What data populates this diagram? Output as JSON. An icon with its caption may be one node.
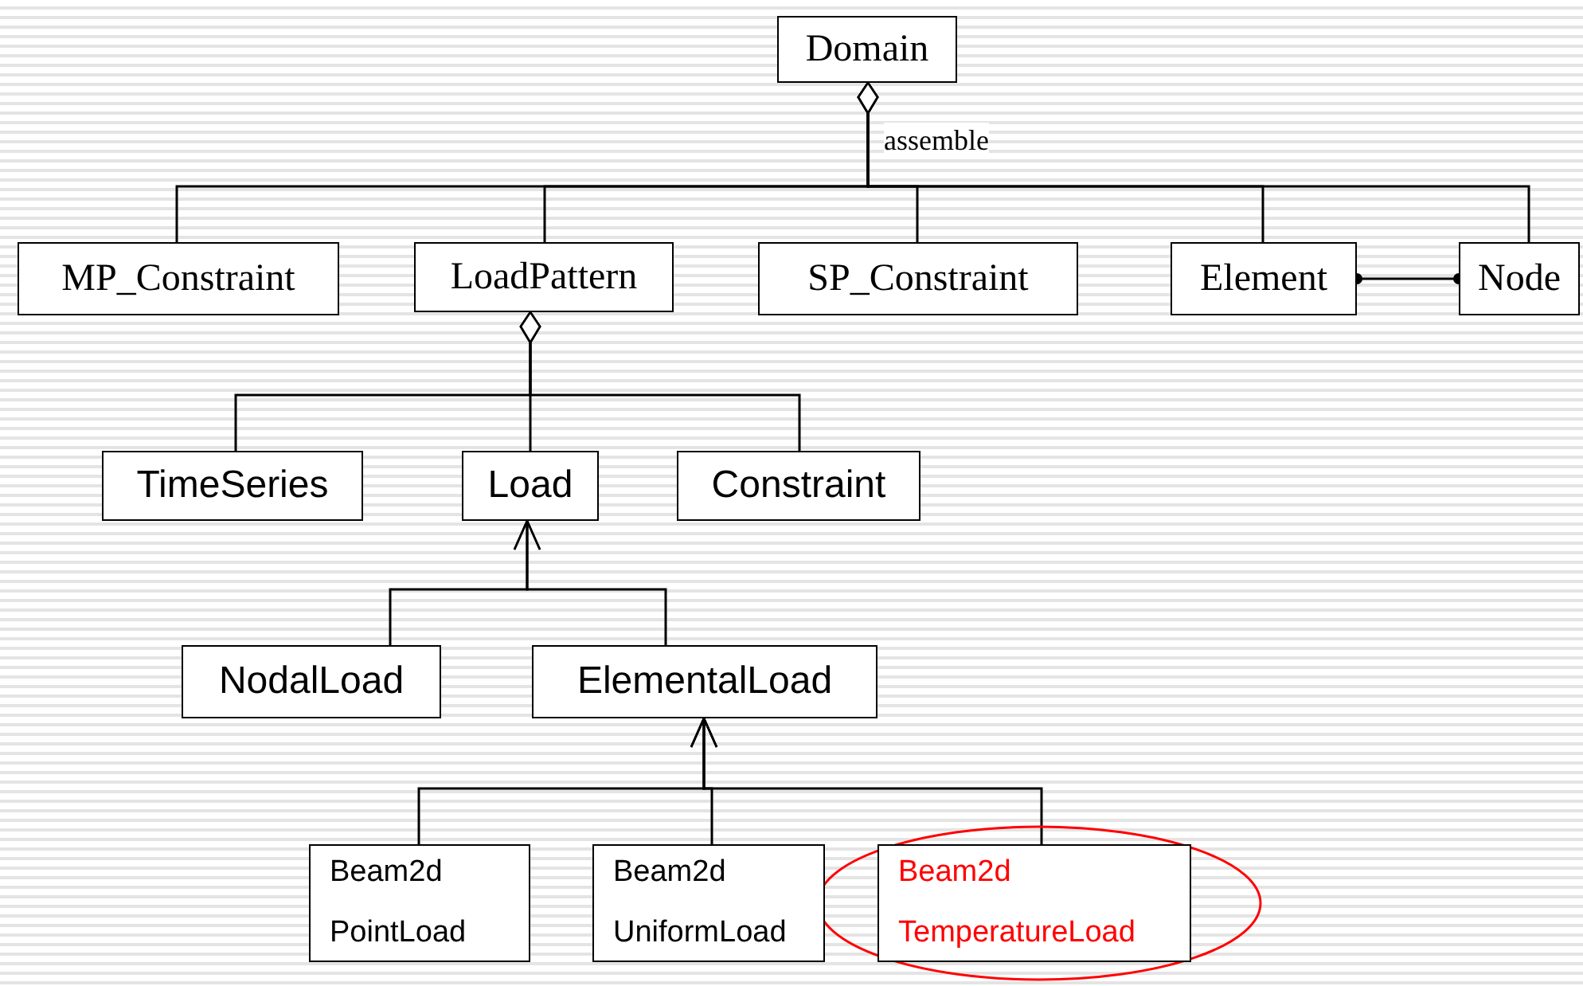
{
  "diagram": {
    "nodes": [
      {
        "text": [
          "Domain"
        ]
      },
      {
        "text": [
          "MP_Constraint"
        ]
      },
      {
        "text": [
          "LoadPattern"
        ]
      },
      {
        "text": [
          "SP_Constraint"
        ]
      },
      {
        "text": [
          "Element"
        ]
      },
      {
        "text": [
          "Node"
        ]
      },
      {
        "text": [
          "TimeSeries"
        ]
      },
      {
        "text": [
          "Load"
        ]
      },
      {
        "text": [
          "Constraint"
        ]
      },
      {
        "text": [
          "NodalLoad"
        ]
      },
      {
        "text": [
          "ElementalLoad"
        ]
      },
      {
        "text": [
          "Beam2d PointLoad"
        ]
      },
      {
        "text": [
          "Beam2d UniformLoad"
        ]
      },
      {
        "text": [
          "Beam2d TemperatureLoad"
        ]
      }
    ],
    "edges": [
      {
        "from": 1,
        "to": 0,
        "arrow": "other",
        "label": "assemble"
      },
      {
        "from": 2,
        "to": 0,
        "arrow": "other"
      },
      {
        "from": 3,
        "to": 0,
        "arrow": "other"
      },
      {
        "from": 4,
        "to": 0,
        "arrow": "other"
      },
      {
        "from": 5,
        "to": 0,
        "arrow": "other"
      },
      {
        "from": 6,
        "to": 2,
        "arrow": "other"
      },
      {
        "from": 7,
        "to": 2,
        "arrow": "other"
      },
      {
        "from": 8,
        "to": 2,
        "arrow": "other"
      },
      {
        "from": 9,
        "to": 7,
        "arrow": "to"
      },
      {
        "from": 10,
        "to": 7,
        "arrow": "to"
      },
      {
        "from": 11,
        "to": 10,
        "arrow": "to"
      },
      {
        "from": 12,
        "to": 10,
        "arrow": "to"
      },
      {
        "from": 13,
        "to": 10,
        "arrow": "to"
      },
      {
        "from": 4,
        "to": 5,
        "arrow": "other"
      }
    ]
  }
}
